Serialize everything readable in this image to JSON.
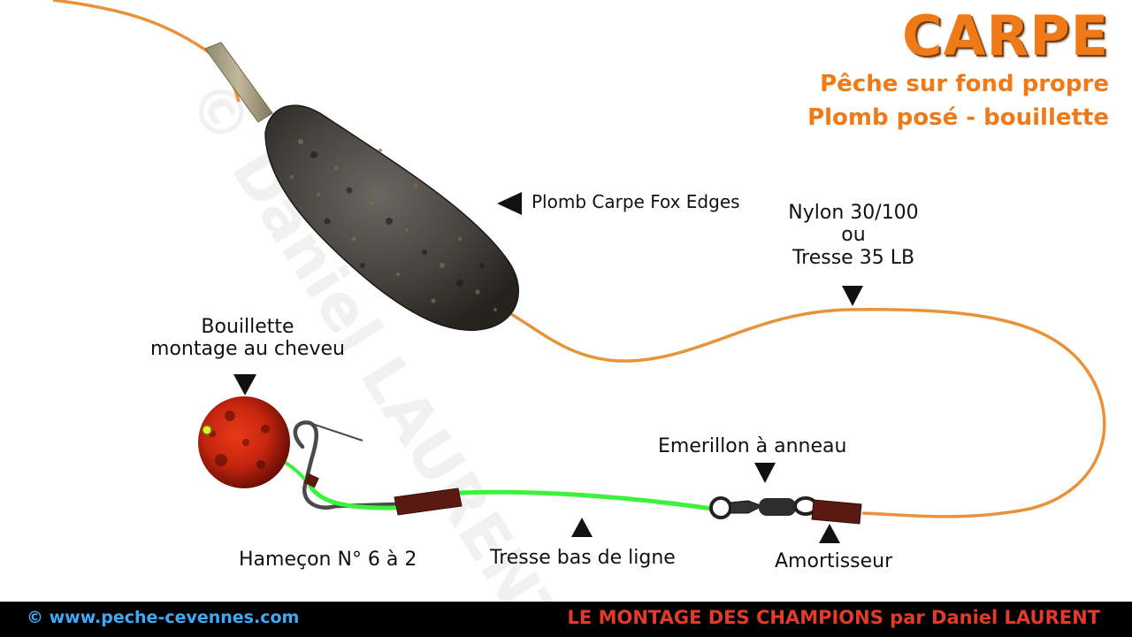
{
  "title": "CARPE",
  "subtitle_line1": "Pêche sur fond propre",
  "subtitle_line2": "Plomb posé - bouillette",
  "labels": {
    "plomb": "Plomb Carpe Fox Edges",
    "nylon_line1": "Nylon 30/100",
    "nylon_line2": "ou",
    "nylon_line3": "Tresse 35 LB",
    "bouillette_line1": "Bouillette",
    "bouillette_line2": "montage au cheveu",
    "emerillon": "Emerillon à anneau",
    "hamecon": "Hameçon N°  6 à 2",
    "tresse": "Tresse bas de ligne",
    "amortisseur": "Amortisseur"
  },
  "footer": {
    "left": "© www.peche-cevennes.com",
    "right": "LE MONTAGE DES CHAMPIONS par Daniel LAURENT"
  },
  "colors": {
    "accent_orange": "#f07a17",
    "main_line": "#e8923a",
    "leader_green": "#3df23d",
    "bait_red": "#c8260f",
    "footer_bg": "#000000",
    "footer_left": "#3fa9f5",
    "footer_right": "#e33a2a"
  }
}
